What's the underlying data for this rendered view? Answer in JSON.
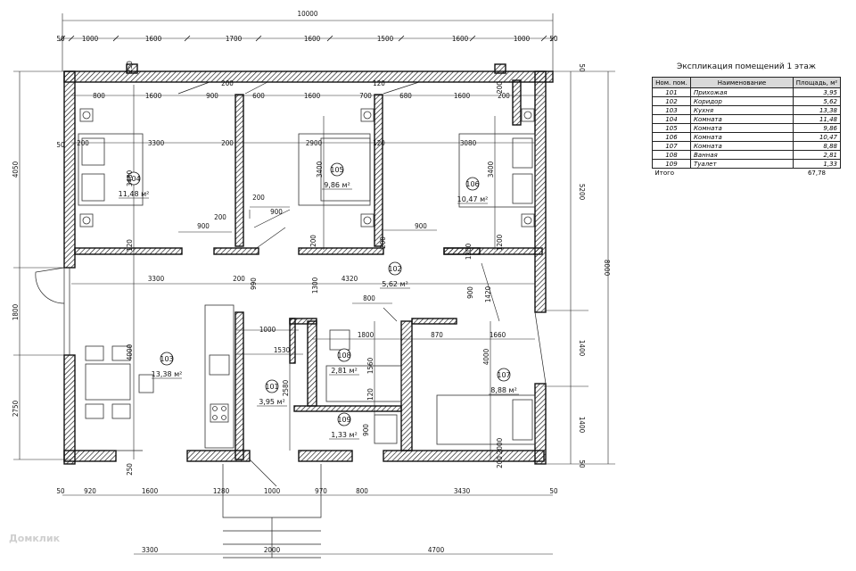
{
  "dims": {
    "top_total": "10000",
    "top_row": [
      "50",
      "1000",
      "1600",
      "1700",
      "1600",
      "1500",
      "1600",
      "1000",
      "50"
    ],
    "bottom_row": [
      "50",
      "920",
      "1600",
      "1280",
      "1000",
      "970",
      "800",
      "3430",
      "50"
    ],
    "bottom_total": [
      "3300",
      "2000",
      "4700"
    ],
    "left": [
      "4050",
      "1800",
      "2750",
      "50"
    ],
    "right": [
      "5200",
      "8000",
      "1400",
      "1400",
      "50",
      "50"
    ],
    "inner": [
      "800",
      "1600",
      "900",
      "600",
      "1600",
      "700",
      "680",
      "1600",
      "200",
      "200",
      "200",
      "200",
      "3300",
      "2900",
      "3080",
      "120",
      "120",
      "3480",
      "3400",
      "3400",
      "200",
      "900",
      "200",
      "900",
      "900",
      "3300",
      "200",
      "4320",
      "990",
      "1300",
      "1420",
      "900",
      "800",
      "1800",
      "870",
      "1660",
      "1000",
      "1530",
      "2580",
      "4000",
      "1560",
      "4000",
      "120",
      "900",
      "250",
      "250",
      "120",
      "200",
      "200",
      "1200",
      "1200",
      "2000",
      "200",
      "200"
    ]
  },
  "rooms": [
    {
      "num": "101",
      "area": "3,95 м²"
    },
    {
      "num": "102",
      "area": "5,62 м²"
    },
    {
      "num": "103",
      "area": "13,38 м²"
    },
    {
      "num": "104",
      "area": "11,48 м²"
    },
    {
      "num": "105",
      "area": "9,86 м²"
    },
    {
      "num": "106",
      "area": "10,47 м²"
    },
    {
      "num": "107",
      "area": "8,88 м²"
    },
    {
      "num": "108",
      "area": "2,81 м²"
    },
    {
      "num": "109",
      "area": "1,33 м²"
    }
  ],
  "explication": {
    "title": "Экспликация помещений 1 этаж",
    "headers": [
      "Ном. пом.",
      "Наименование",
      "Площадь, м²"
    ],
    "rows": [
      [
        "101",
        "Прихожая",
        "3,95"
      ],
      [
        "102",
        "Коридор",
        "5,62"
      ],
      [
        "103",
        "Кухня",
        "13,38"
      ],
      [
        "104",
        "Комната",
        "11,48"
      ],
      [
        "105",
        "Комната",
        "9,86"
      ],
      [
        "106",
        "Комната",
        "10,47"
      ],
      [
        "107",
        "Комната",
        "8,88"
      ],
      [
        "108",
        "Ванная",
        "2,81"
      ],
      [
        "109",
        "Туалет",
        "1,33"
      ]
    ],
    "total_label": "Итого",
    "total_value": "67,78"
  },
  "watermark": "Домклик"
}
